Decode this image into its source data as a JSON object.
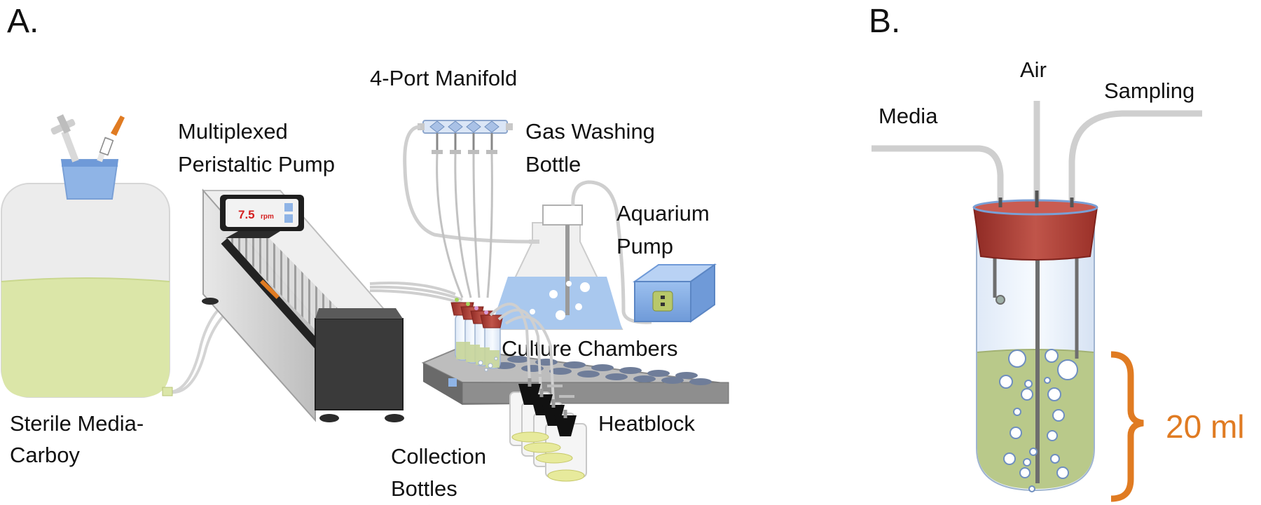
{
  "panel_a": {
    "letter": "A.",
    "labels": {
      "manifold": "4-Port Manifold",
      "pump_line1": "Multiplexed",
      "pump_line2": "Peristaltic Pump",
      "gas_line1": "Gas Washing",
      "gas_line2": "Bottle",
      "aquarium_line1": "Aquarium",
      "aquarium_line2": "Pump",
      "culture": "Culture Chambers",
      "heatblock": "Heatblock",
      "carboy_line1": "Sterile Media-",
      "carboy_line2": "Carboy",
      "collection_line1": "Collection",
      "collection_line2": "Bottles"
    },
    "pump_display": {
      "value": "7.5",
      "unit": "rpm"
    }
  },
  "panel_b": {
    "letter": "B.",
    "labels": {
      "media": "Media",
      "air": "Air",
      "sampling": "Sampling",
      "volume": "20 ml"
    }
  },
  "colors": {
    "media_fill": "#dbe6a8",
    "culture_liquid": "#b9c98a",
    "stopper": "#b2443b",
    "accent_orange": "#e07b22",
    "water_blue": "#a9c8ee",
    "tube_gray": "#cfcfcf"
  }
}
